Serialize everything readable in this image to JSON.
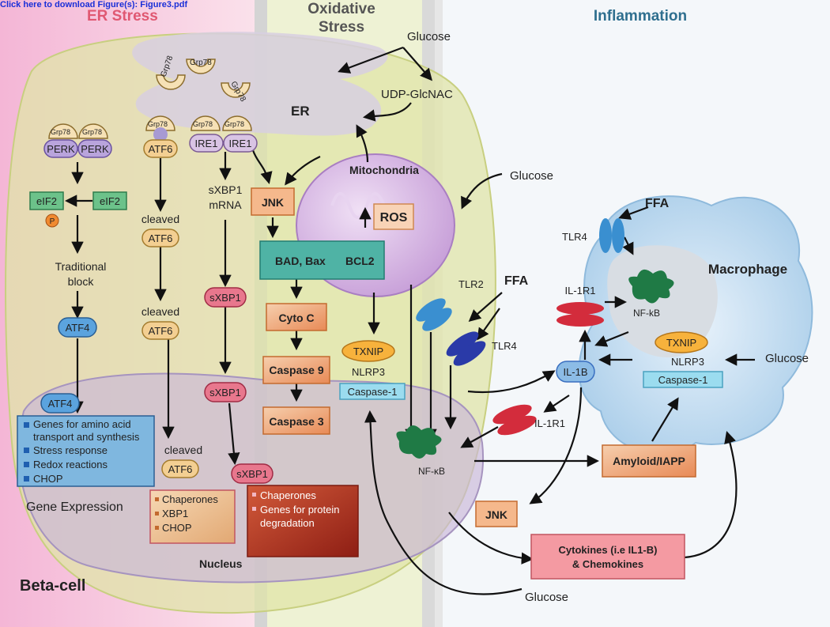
{
  "header": {
    "link": "Click here to download Figure(s): Figure3.pdf"
  },
  "panels": {
    "er_stress": "ER Stress",
    "oxidative_stress_1": "Oxidative",
    "oxidative_stress_2": "Stress",
    "inflammation": "Inflammation"
  },
  "er": {
    "er_label": "ER",
    "grp78": "Grp78",
    "perk": "PERK",
    "atf6": "ATF6",
    "ire1": "IRE1",
    "eif2": "eIF2",
    "p": "P",
    "traditional_block_1": "Traditional",
    "traditional_block_2": "block",
    "atf4": "ATF4",
    "cleaved": "cleaved",
    "sxbp1_mrna_1": "sXBP1",
    "sxbp1_mrna_2": "mRNA",
    "sxbp1": "sXBP1",
    "jnk": "JNK",
    "atf4_genes": [
      "Genes for amino acid",
      "transport and synthesis",
      "Stress response",
      "Redox reactions",
      "CHOP"
    ],
    "atf6_genes": [
      "Chaperones",
      "XBP1",
      "CHOP"
    ],
    "sxbp1_genes": [
      "Chaperones",
      "Genes for protein",
      "degradation"
    ],
    "gene_expression": "Gene Expression",
    "nucleus": "Nucleus",
    "beta_cell": "Beta-cell"
  },
  "oxidative": {
    "glucose": "Glucose",
    "udp": "UDP-GlcNAC",
    "mitochondria": "Mitochondria",
    "ros": "ROS",
    "bad_bax": "BAD, Bax",
    "bcl2": "BCL2",
    "cyto_c": "Cyto C",
    "caspase9": "Caspase 9",
    "caspase3": "Caspase 3",
    "txnip": "TXNIP",
    "nlrp3": "NLRP3",
    "caspase1": "Caspase-1",
    "nfkb": "NF-κB",
    "glucose_bottom": "Glucose"
  },
  "inflammation": {
    "glucose": "Glucose",
    "ffa": "FFA",
    "tlr2": "TLR2",
    "tlr4": "TLR4",
    "il1r1": "IL-1R1",
    "il1b": "IL-1B",
    "nfkb": "NF-kB",
    "macrophage": "Macrophage",
    "txnip": "TXNIP",
    "nlrp3": "NLRP3",
    "caspase1": "Caspase-1",
    "amyloid": "Amyloid/IAPP",
    "jnk": "JNK",
    "cytokines_1": "Cytokines (i.e IL1-B)",
    "cytokines_2": "& Chemokines"
  }
}
